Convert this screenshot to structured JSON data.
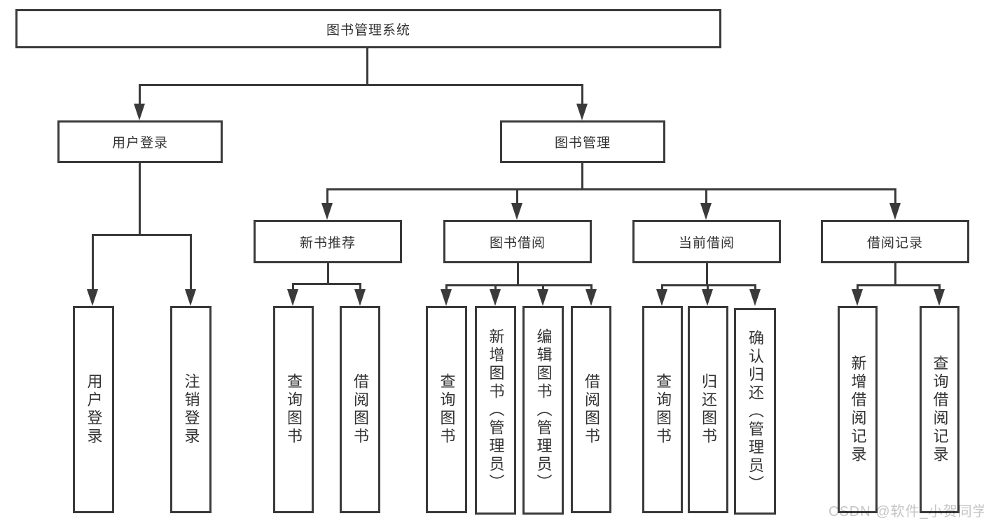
{
  "diagram_title": "图书管理系统",
  "colors": {
    "line": "#3a3a3a",
    "text": "#333333",
    "background": "#ffffff",
    "watermark": "#c5c5c5"
  },
  "tree": {
    "root": "图书管理系统",
    "children": [
      {
        "label": "用户登录",
        "children": [
          "用户登录",
          "注销登录"
        ]
      },
      {
        "label": "图书管理",
        "children": [
          {
            "label": "新书推荐",
            "children": [
              "查询图书",
              "借阅图书"
            ]
          },
          {
            "label": "图书借阅",
            "children": [
              "查询图书",
              "新增图书（管理员）",
              "编辑图书（管理员）",
              "借阅图书"
            ]
          },
          {
            "label": "当前借阅",
            "children": [
              "查询图书",
              "归还图书",
              "确认归还（管理员）"
            ]
          },
          {
            "label": "借阅记录",
            "children": [
              "新增借阅记录",
              "查询借阅记录"
            ]
          }
        ]
      }
    ]
  },
  "watermark": {
    "text": "CSDN @软件_小贺同学"
  }
}
